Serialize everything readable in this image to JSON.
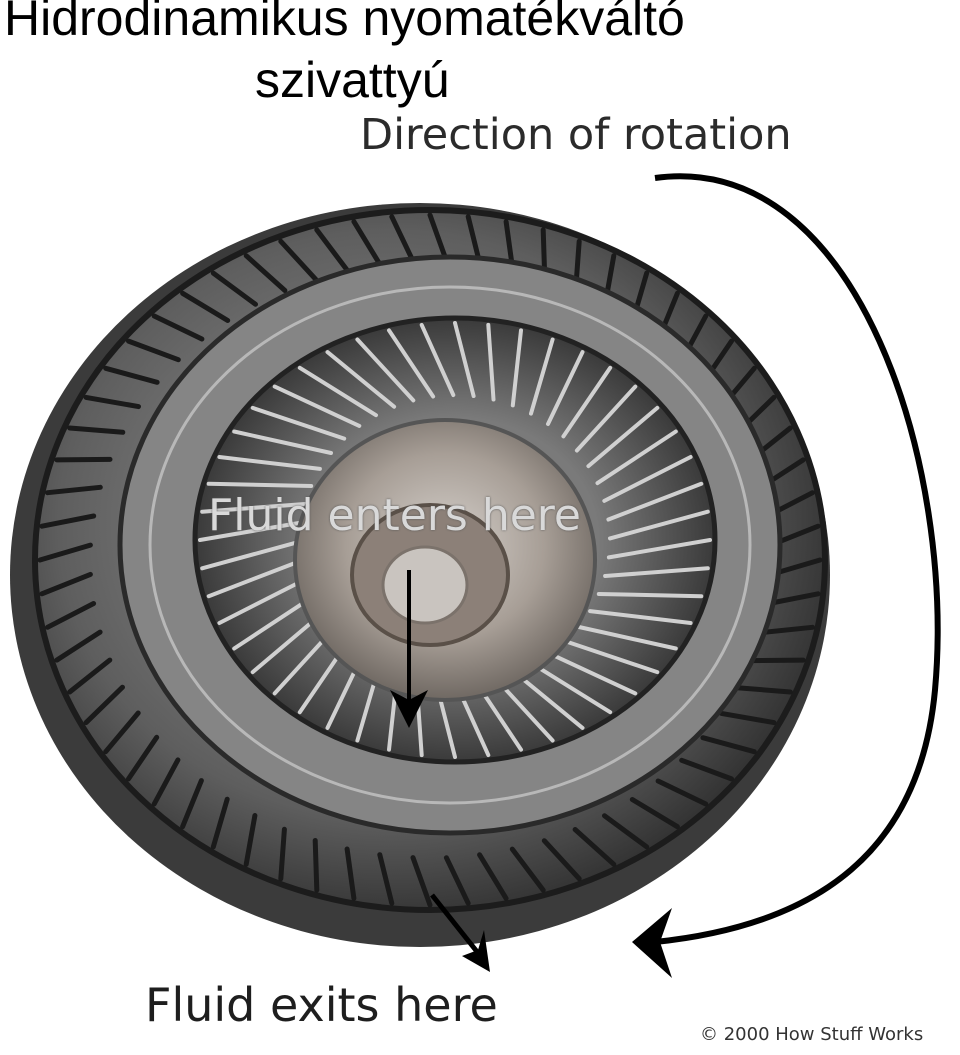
{
  "title": {
    "line1": "Hidrodinamikus nyomatékváltó",
    "line2": "szivattyú"
  },
  "labels": {
    "rotation": "Direction of rotation",
    "enters": "Fluid enters here",
    "exits": "Fluid exits here",
    "copyright": "© 2000 How Stuff Works"
  }
}
